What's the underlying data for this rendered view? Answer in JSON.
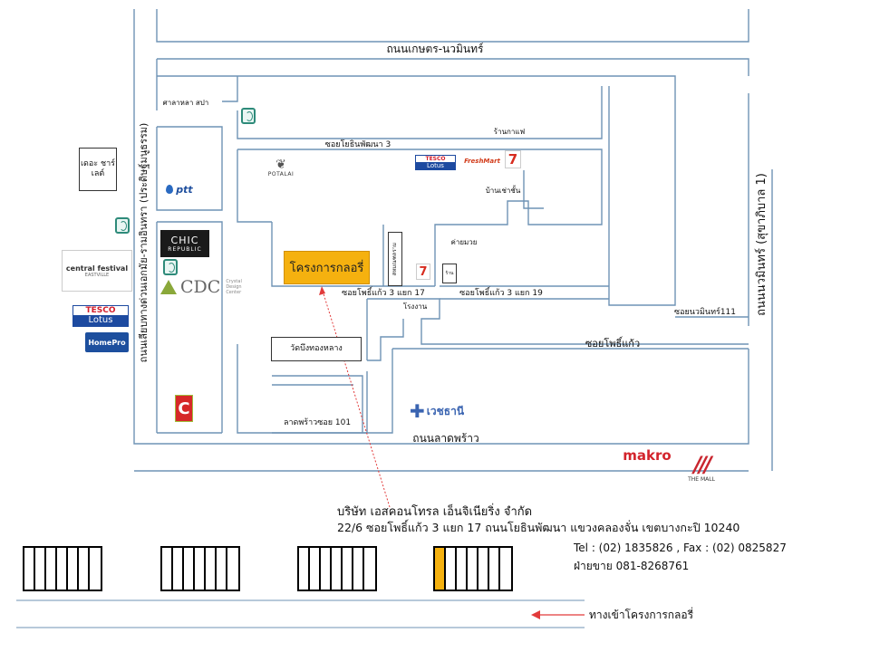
{
  "roads": {
    "kaset_nawamin": "ถนนเกษตร-นวมินทร์",
    "nawamin_sukhaphiban1": "ถนนนวมินทร์ (สุขาภิบาล 1)",
    "bypass_ekkamai_ramindra": "ถนนเลียบทางด่วนเอกมัย-รามอินทรา (ประดิษฐ์มนูธรรม)",
    "lat_phrao": "ถนนลาดพร้าว",
    "soi_yothin_phatthana_3": "ซอยโยธินพัฒนา 3",
    "soi_pho_kaeo_3_yaek_17": "ซอยโพธิ์แก้ว 3 แยก 17",
    "soi_pho_kaeo_3_yaek_19": "ซอยโพธิ์แก้ว 3 แยก 19",
    "soi_nawamin_111": "ซอยนวมินทร์111",
    "soi_pho_kaeo": "ซอยโพธิ์แก้ว",
    "lat_phrao_soi_101": "ลาดพร้าวซอย 101"
  },
  "places": {
    "salala_spa": "ศาลาหลา สปา",
    "coffee_shop": "ร้านกาแฟ",
    "ban_chao_chan": "บ้านเช่าชั้น",
    "kha_muai": "ค่ายมวย",
    "rong_ngan": "โรงงาน",
    "the_chalet": "เดอะ ชาร์เลต์",
    "wat_bueng_thonglang": "วัดบึงทองหลาง",
    "small_sign": "สหมณฑลราม",
    "tiny_sign": "ร้าน"
  },
  "logos": {
    "ptt": "ptt",
    "potalai": "POTALAI",
    "tesco": "TESCO",
    "lotus": "Lotus",
    "freshmart": "FreshMart",
    "seven_eleven": "7",
    "chic_republic_1": "CHIC",
    "chic_republic_2": "REPUBLIC",
    "cdc": "CDC",
    "cdc_sub": "Crystal Design Center",
    "central_festival": "central festival",
    "central_sub": "EASTVILLE",
    "homepro": "HomePro",
    "big_c": "C",
    "vejthani": "เวชธานี",
    "makro": "makro",
    "the_mall": "THE MALL"
  },
  "project": "โครงการกลอรี่",
  "company": {
    "name": "บริษัท เอสคอนโทรล เอ็นจิเนียริ่ง จำกัด",
    "address": "22/6 ซอยโพธิ์แก้ว 3 แยก 17 ถนนโยธินพัฒนา แขวงคลองจั่น เขตบางกะปิ 10240",
    "phone": "Tel : (02) 1835826 , Fax : (02) 0825827",
    "sales": "ฝ่ายขาย 081-8268761"
  },
  "legend": {
    "entrance": "ทางเข้าโครงการกลอรี่"
  },
  "colors": {
    "road": "#6f93b5",
    "highlight": "#f5b10f",
    "pointer": "#e23b3b"
  }
}
